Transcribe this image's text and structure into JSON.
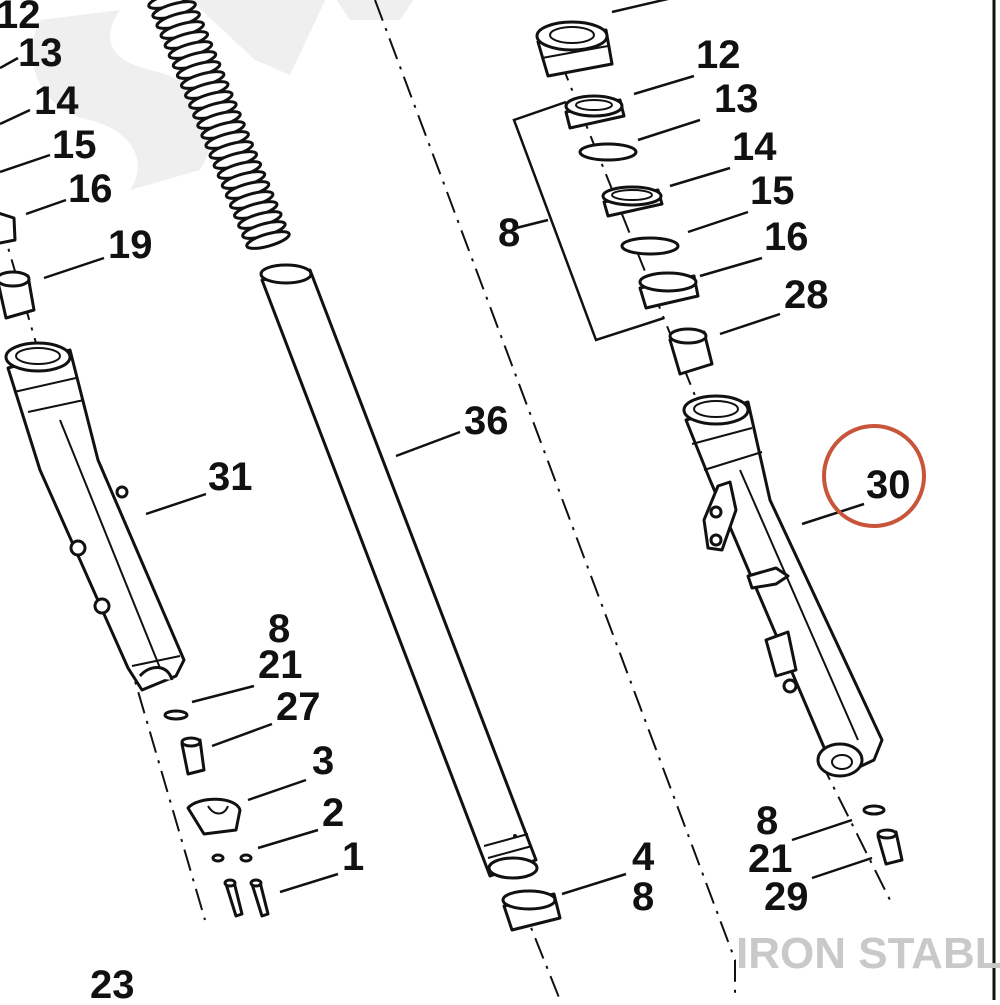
{
  "watermark": {
    "text": "IRON STABLE",
    "color": "#c9c9c9"
  },
  "highlight": {
    "color": "#c8553a",
    "target": "30"
  },
  "callouts": {
    "l12": "12",
    "l13": "13",
    "l14": "14",
    "l15": "15",
    "l16": "16",
    "l19": "19",
    "l31": "31",
    "l8a": "8",
    "l21a": "21",
    "l27": "27",
    "l3": "3",
    "l2": "2",
    "l1": "1",
    "l23": "23",
    "c36": "36",
    "c4": "4",
    "c8c": "8",
    "r12": "12",
    "r13": "13",
    "r14": "14",
    "r15": "15",
    "r16": "16",
    "r28": "28",
    "r8bracket": "8",
    "r30": "30",
    "r8b": "8",
    "r21b": "21",
    "r29": "29"
  }
}
